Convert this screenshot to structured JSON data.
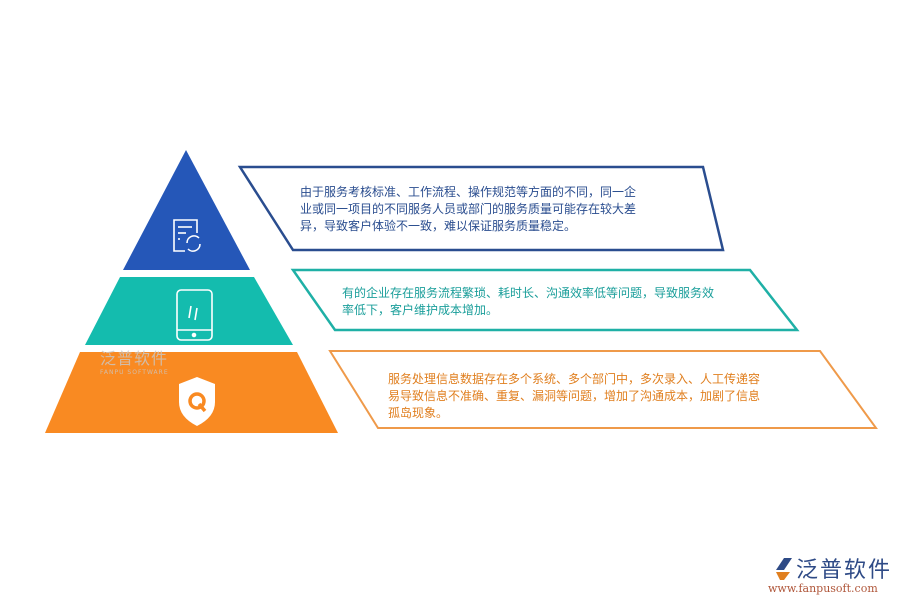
{
  "colors": {
    "tier1": "#2557b8",
    "tier2": "#14bcae",
    "tier3": "#f98a22"
  },
  "tiers": [
    {
      "icon": "document-refresh-icon",
      "lines": [
        "由于服务考核标准、工作流程、操作规范等方面的不同，同一企",
        "业或同一项目的不同服务人员或部门的服务质量可能存在较大差",
        "异，导致客户体验不一致，难以保证服务质量稳定。"
      ]
    },
    {
      "icon": "mobile-phone-icon",
      "lines": [
        "有的企业存在服务流程繁琐、耗时长、沟通效率低等问题，导致服务效",
        "率低下，客户维护成本增加。"
      ]
    },
    {
      "icon": "shield-q-icon",
      "lines": [
        "服务处理信息数据存在多个系统、多个部门中，多次录入、人工传递容",
        "易导致信息不准确、重复、漏洞等问题，增加了沟通成本，加剧了信息",
        "孤岛现象。"
      ]
    }
  ],
  "watermark": {
    "name": "泛普软件",
    "sub": "FANPU SOFTWARE"
  },
  "logo": {
    "name": "泛普软件",
    "url": "www.fanpusoft.com"
  }
}
